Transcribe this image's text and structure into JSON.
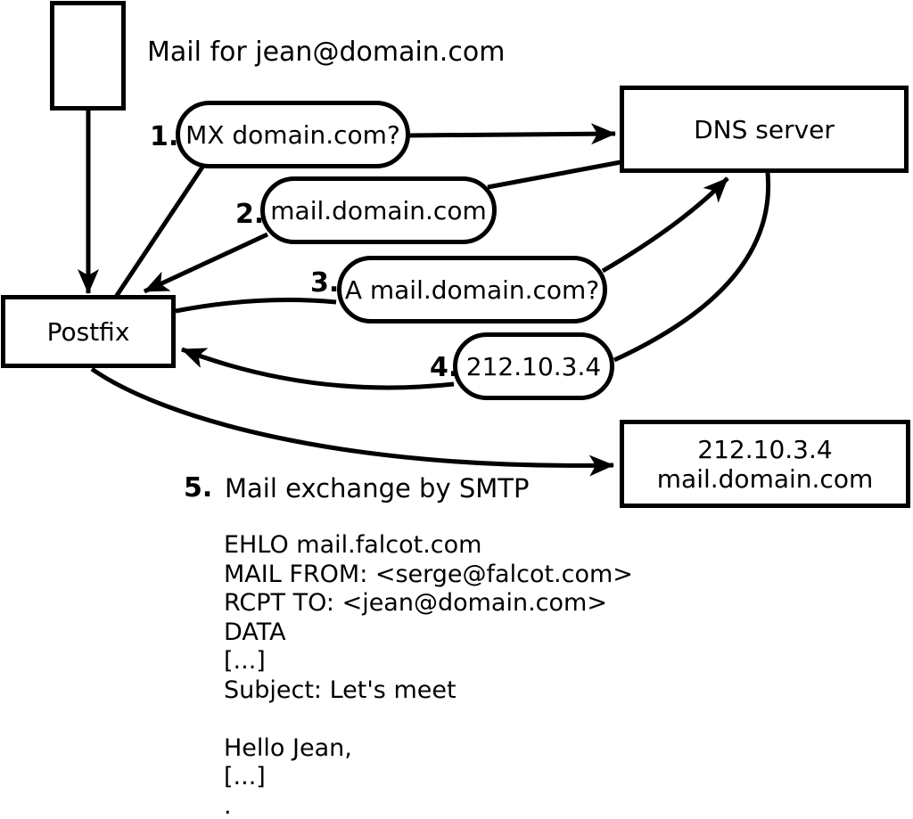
{
  "diagram": {
    "note": "Mail for jean@domain.com",
    "nodes": {
      "postfix": "Postfix",
      "dns": "DNS server",
      "mailserver": {
        "line1": "212.10.3.4",
        "line2": "mail.domain.com"
      }
    },
    "steps": [
      {
        "num": "1.",
        "label": "MX domain.com?"
      },
      {
        "num": "2.",
        "label": "mail.domain.com"
      },
      {
        "num": "3.",
        "label": "A mail.domain.com?"
      },
      {
        "num": "4.",
        "label": "212.10.3.4"
      },
      {
        "num": "5.",
        "label": "Mail exchange by SMTP"
      }
    ],
    "smtp_session": "EHLO mail.falcot.com\nMAIL FROM: <serge@falcot.com>\nRCPT TO: <jean@domain.com>\nDATA\n[...]\nSubject: Let's meet\n\nHello Jean,\n[...]\n.",
    "colors": {
      "stroke": "#000000",
      "background": "#ffffff"
    }
  }
}
